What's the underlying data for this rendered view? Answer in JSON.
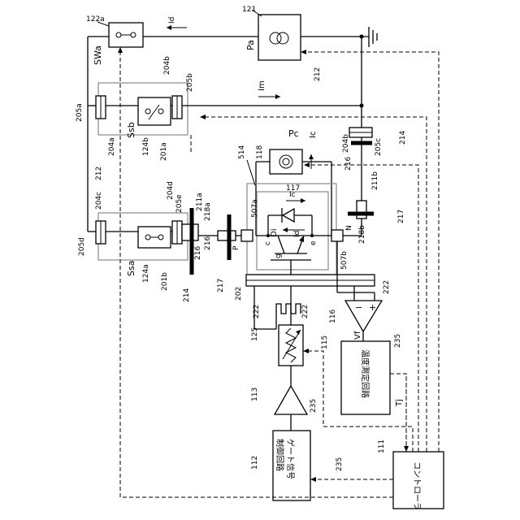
{
  "labels": {
    "n121": "121",
    "n122a": "122a",
    "SWa": "SWa",
    "Id_top": "Id",
    "Pa": "Pa",
    "Im": "Im",
    "n212_top": "212",
    "n205a": "205a",
    "n204a": "204a",
    "n204b_1": "204b",
    "n205b": "205b",
    "Ssb": "Ssb",
    "n124b": "124b",
    "n201a": "201a",
    "n204b_2": "204b",
    "n205c": "205c",
    "n214_right": "214",
    "n216_right": "216",
    "n211b": "211b",
    "n217_right": "217",
    "n218b": "218b",
    "n118": "118",
    "Pc": "Pc",
    "Ic": "Ic",
    "n514": "514",
    "n117": "117",
    "n507a": "507a",
    "n211a": "211a",
    "n218a": "218a",
    "Di": "Di",
    "Id_mid": "Id",
    "Ic_mid": "Ic",
    "c": "c",
    "e": "e",
    "g": "g",
    "P": "P",
    "N": "N",
    "n507b": "507b",
    "n205d": "205d",
    "n204c": "204c",
    "n212_left": "212",
    "n204d": "204d",
    "n205e": "205e",
    "Ssa": "Ssa",
    "n124a": "124a",
    "n201b": "201b",
    "n216_left": "216",
    "n216_left2": "216",
    "n214_left": "214",
    "n217_left": "217",
    "n202": "202",
    "n222_a": "222",
    "n222_b": "222",
    "n222_c": "222",
    "n116": "116",
    "Vf": "Vf",
    "minus": "−",
    "plus": "+",
    "n125": "125",
    "n115": "115",
    "n235_a": "235",
    "n235_b": "235",
    "n235_c": "235",
    "temp_circuit": "温度測定回路",
    "Tj": "Tj",
    "n113": "113",
    "n112": "112",
    "gate_circuit_1": "ゲート信号",
    "gate_circuit_2": "制御回路",
    "n111": "111",
    "controller": "コントローラ"
  }
}
